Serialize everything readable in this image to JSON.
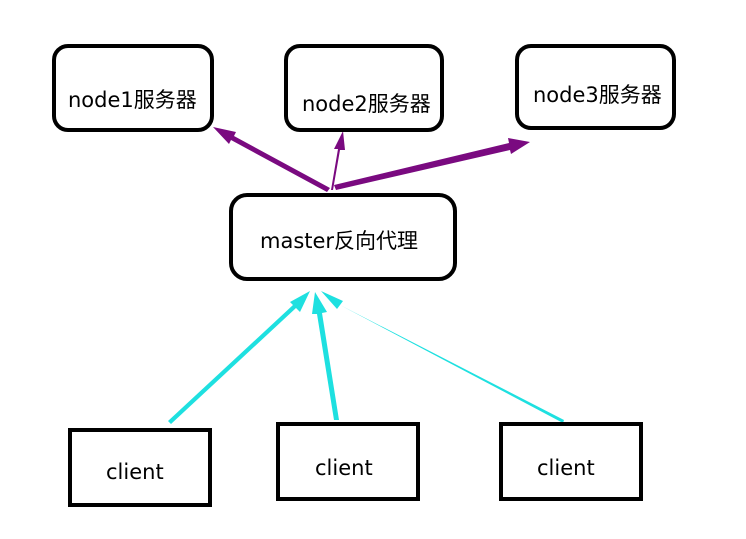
{
  "nodes": {
    "node1": {
      "label": "node1服务器"
    },
    "node2": {
      "label": "node2服务器"
    },
    "node3": {
      "label": "node3服务器"
    },
    "master": {
      "label": "master反向代理"
    },
    "client1": {
      "label": "client"
    },
    "client2": {
      "label": "client"
    },
    "client3": {
      "label": "client"
    }
  },
  "edges": [
    {
      "from": "master",
      "to": "node1",
      "color": "#7a0a80"
    },
    {
      "from": "master",
      "to": "node2",
      "color": "#7a0a80"
    },
    {
      "from": "master",
      "to": "node3",
      "color": "#7a0a80"
    },
    {
      "from": "client1",
      "to": "master",
      "color": "#1ee0e0"
    },
    {
      "from": "client2",
      "to": "master",
      "color": "#1ee0e0"
    },
    {
      "from": "client3",
      "to": "master",
      "color": "#1ee0e0"
    }
  ],
  "colors": {
    "upstream_arrow": "#7a0a80",
    "client_arrow": "#1ee0e0",
    "border": "#000000"
  }
}
